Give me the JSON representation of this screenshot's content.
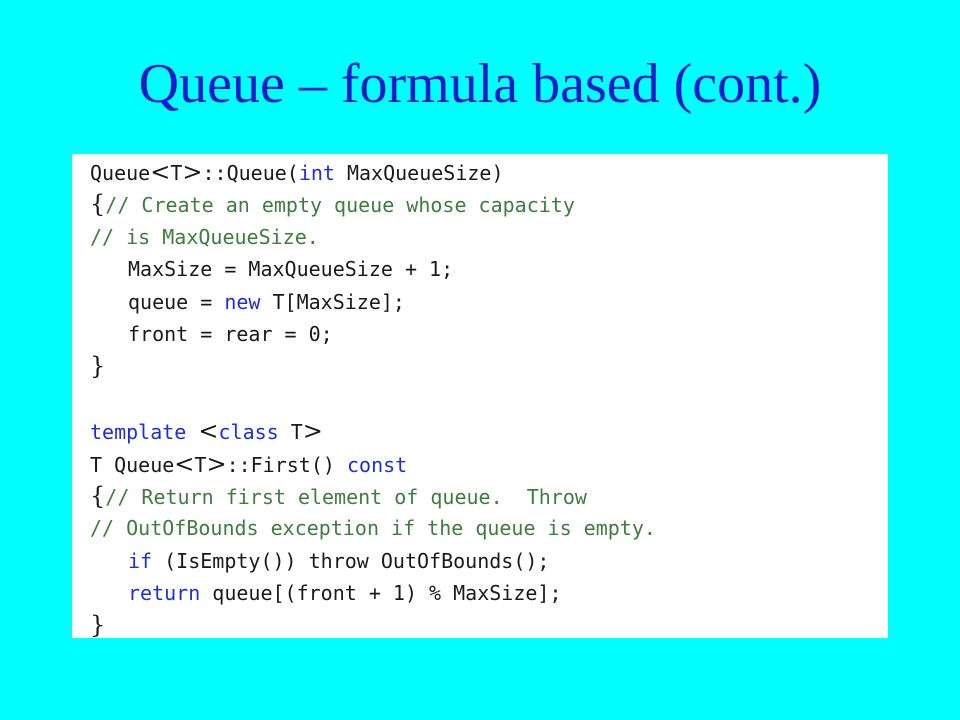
{
  "slide": {
    "title": "Queue – formula based (cont.)"
  },
  "colors": {
    "background": "#00ffff",
    "title": "#1a1acc",
    "code_keyword": "#1f2fd6",
    "code_comment": "#3f7d3f",
    "code_text": "#1a1a1a",
    "panel": "#ffffff"
  },
  "code": {
    "lines": [
      [
        {
          "t": "Queue"
        },
        {
          "t": "<",
          "c": "ang"
        },
        {
          "t": "T"
        },
        {
          "t": ">",
          "c": "ang"
        },
        {
          "t": "::Queue("
        },
        {
          "t": "int",
          "c": "kw"
        },
        {
          "t": " MaxQueueSize)"
        }
      ],
      [
        {
          "t": "{",
          "c": "ang"
        },
        {
          "t": "// Create an empty queue whose capacity",
          "c": "cm"
        }
      ],
      [
        {
          "t": "// is MaxQueueSize.",
          "c": "cm"
        }
      ],
      [
        {
          "i": 1
        },
        {
          "t": "MaxSize = MaxQueueSize + 1;"
        }
      ],
      [
        {
          "i": 1
        },
        {
          "t": "queue = "
        },
        {
          "t": "new",
          "c": "kw"
        },
        {
          "t": " T[MaxSize];"
        }
      ],
      [
        {
          "i": 1
        },
        {
          "t": "front = rear = 0;"
        }
      ],
      [
        {
          "t": "}",
          "c": "ang"
        }
      ],
      [],
      [
        {
          "t": "template",
          "c": "kw"
        },
        {
          "t": " "
        },
        {
          "t": "<",
          "c": "ang"
        },
        {
          "t": "class",
          "c": "kw"
        },
        {
          "t": " T"
        },
        {
          "t": ">",
          "c": "ang"
        }
      ],
      [
        {
          "t": "T Queue"
        },
        {
          "t": "<",
          "c": "ang"
        },
        {
          "t": "T"
        },
        {
          "t": ">",
          "c": "ang"
        },
        {
          "t": "::First() "
        },
        {
          "t": "const",
          "c": "kw"
        }
      ],
      [
        {
          "t": "{",
          "c": "ang"
        },
        {
          "t": "// Return first element of queue.  Throw",
          "c": "cm"
        }
      ],
      [
        {
          "t": "// OutOfBounds exception if the queue is empty.",
          "c": "cm"
        }
      ],
      [
        {
          "i": 1
        },
        {
          "t": "if",
          "c": "kw"
        },
        {
          "t": " (IsEmpty()) throw OutOfBounds();"
        }
      ],
      [
        {
          "i": 1
        },
        {
          "t": "return",
          "c": "kw"
        },
        {
          "t": " queue[(front + 1) % MaxSize];"
        }
      ],
      [
        {
          "t": "}",
          "c": "ang"
        }
      ]
    ]
  }
}
